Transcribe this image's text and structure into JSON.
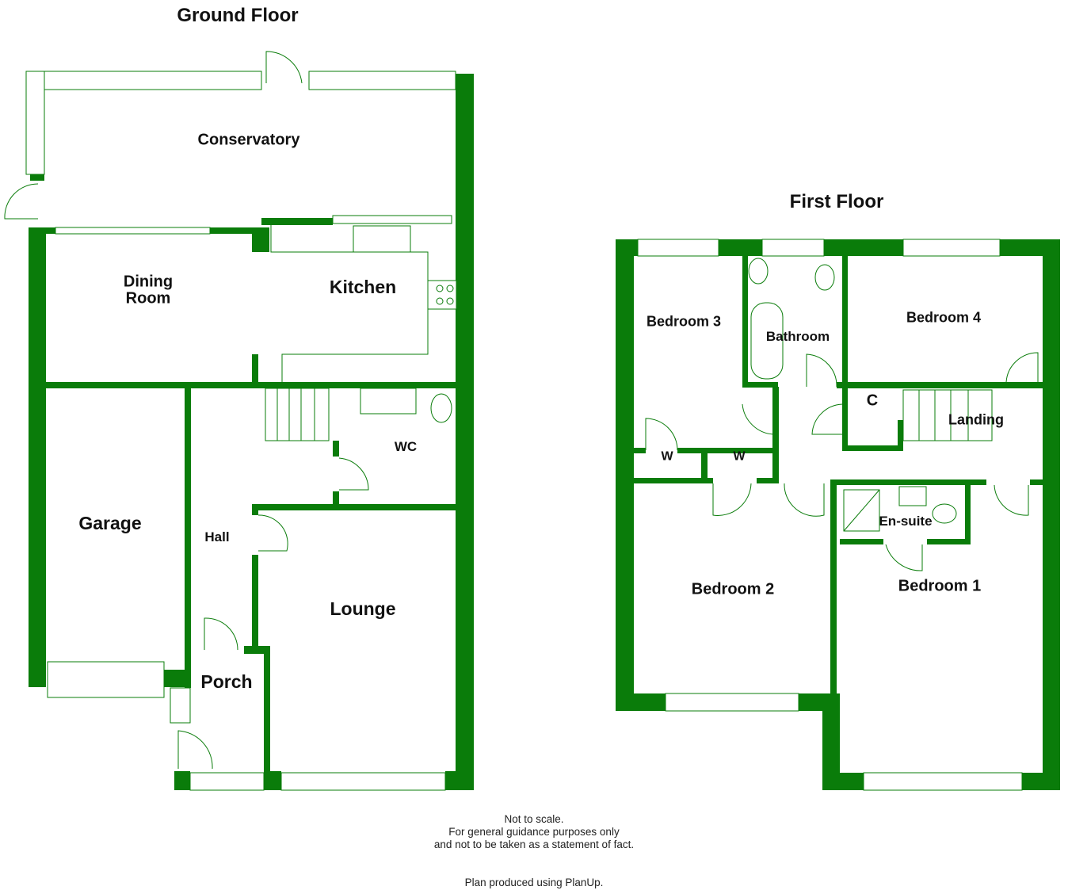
{
  "ground_floor": {
    "title": "Ground Floor",
    "rooms": {
      "conservatory": "Conservatory",
      "dining_room_1": "Dining",
      "dining_room_2": "Room",
      "kitchen": "Kitchen",
      "garage": "Garage",
      "hall": "Hall",
      "wc": "WC",
      "lounge": "Lounge",
      "porch": "Porch"
    }
  },
  "first_floor": {
    "title": "First Floor",
    "rooms": {
      "bedroom_3": "Bedroom 3",
      "bathroom": "Bathroom",
      "bedroom_4": "Bedroom 4",
      "cupboard": "C",
      "landing": "Landing",
      "wardrobe_1": "W",
      "wardrobe_2": "W",
      "en_suite": "En-suite",
      "bedroom_2": "Bedroom 2",
      "bedroom_1": "Bedroom 1"
    }
  },
  "footer": {
    "line1": "Not to scale.",
    "line2": "For general guidance purposes only",
    "line3": "and not to be taken as a statement of fact.",
    "credit": "Plan produced using PlanUp."
  },
  "colors": {
    "wall": "#0a7c0a",
    "text": "#111111"
  }
}
